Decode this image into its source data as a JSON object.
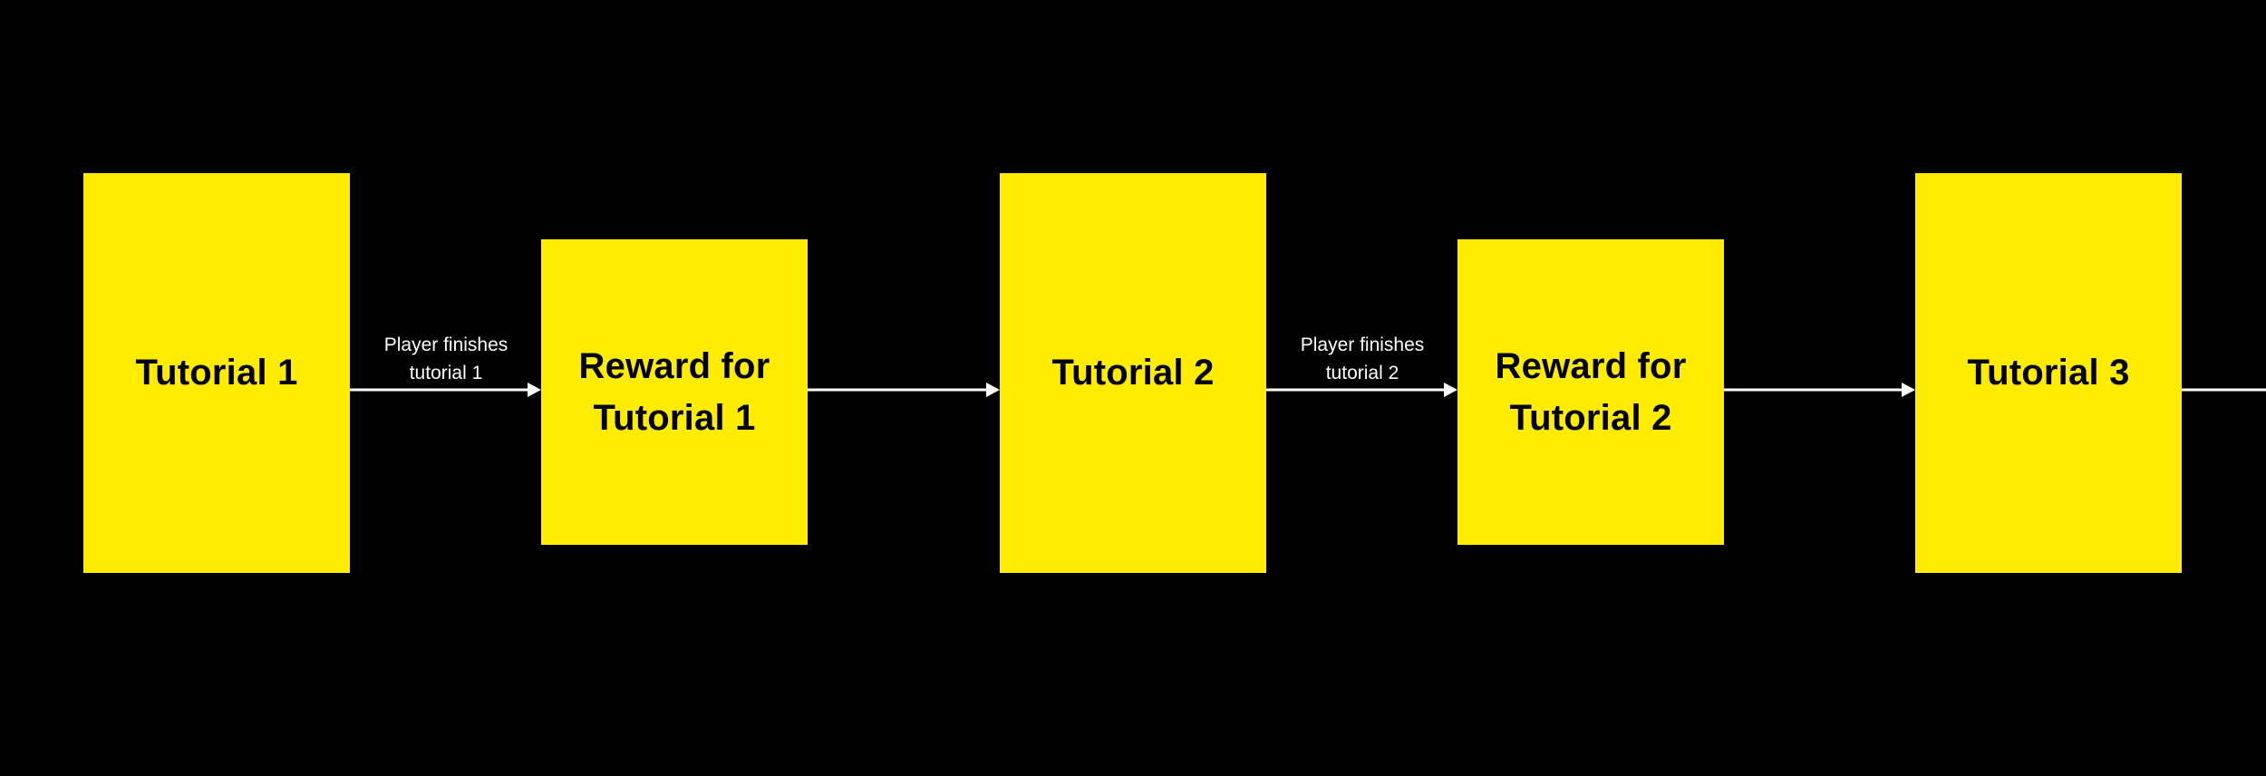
{
  "diagram": {
    "nodes": [
      {
        "id": "tutorial-1",
        "lines": [
          "Tutorial 1"
        ]
      },
      {
        "id": "reward-1",
        "lines": [
          "Reward for",
          "Tutorial 1"
        ]
      },
      {
        "id": "tutorial-2",
        "lines": [
          "Tutorial 2"
        ]
      },
      {
        "id": "reward-2",
        "lines": [
          "Reward for",
          "Tutorial 2"
        ]
      },
      {
        "id": "tutorial-3",
        "lines": [
          "Tutorial 3"
        ]
      }
    ],
    "edges": [
      {
        "from": "tutorial-1",
        "to": "reward-1",
        "label_lines": [
          "Player finishes",
          "tutorial 1"
        ]
      },
      {
        "from": "reward-1",
        "to": "tutorial-2",
        "label_lines": []
      },
      {
        "from": "tutorial-2",
        "to": "reward-2",
        "label_lines": [
          "Player finishes",
          "tutorial 2"
        ]
      },
      {
        "from": "reward-2",
        "to": "tutorial-3",
        "label_lines": []
      },
      {
        "from": "tutorial-3",
        "to": "",
        "label_lines": []
      }
    ]
  },
  "colors": {
    "background": "#000000",
    "node_fill": "#FFEC00",
    "node_text": "#000000",
    "edge": "#FFFFFF"
  }
}
